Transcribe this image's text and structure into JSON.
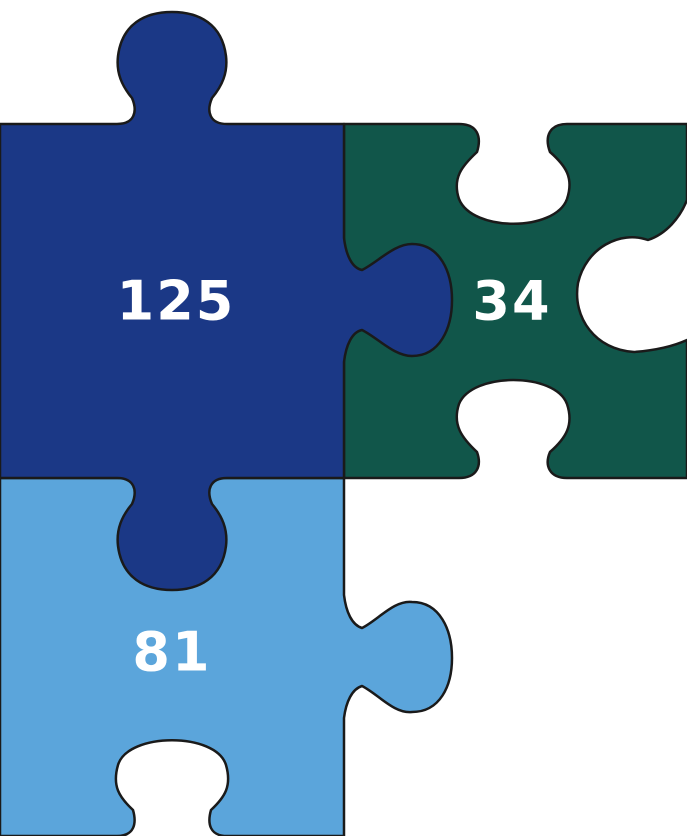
{
  "pieces": [
    {
      "id": "blue",
      "label": "125",
      "color": "#1b3886",
      "text_color": "#ffffff"
    },
    {
      "id": "green",
      "label": "34",
      "color": "#11564a",
      "text_color": "#ffffff"
    },
    {
      "id": "light-blue",
      "label": "81",
      "color": "#5ba5db",
      "text_color": "#ffffff"
    }
  ]
}
